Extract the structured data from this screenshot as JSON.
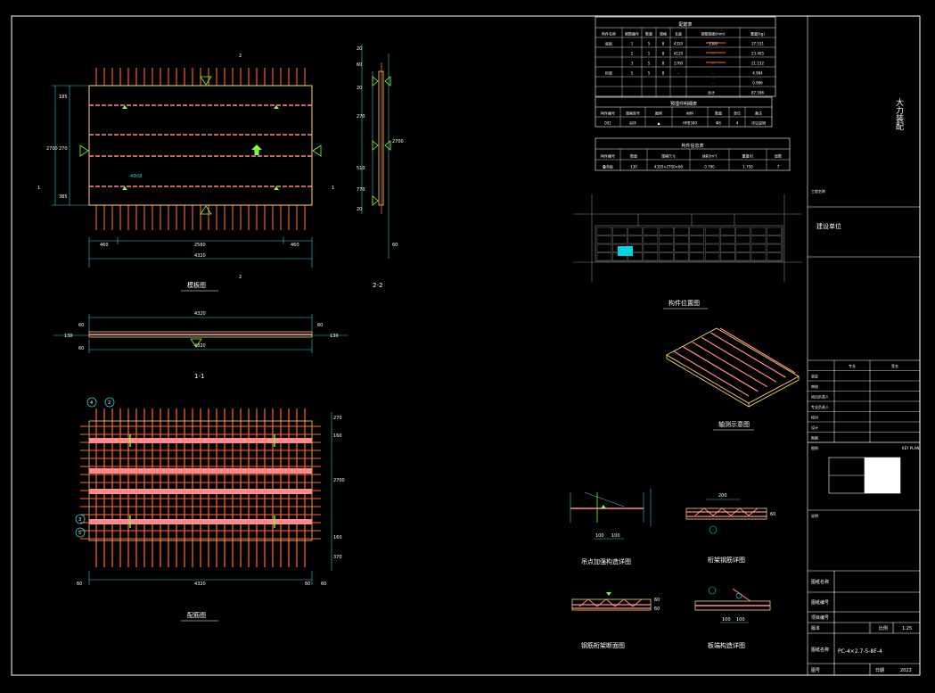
{
  "colors": {
    "background": "#000000",
    "frame": "#ffffff",
    "slab_outline": "#ffd36a",
    "rebar_orange": "#ff6a2a",
    "truss_pink": "#ff8a8a",
    "dimension_cyan": "#3fc9d8",
    "marker_green": "#7cff3a",
    "highlight_cyan": "#00d4e0",
    "truss_green": "#46ff5a"
  },
  "top_view": {
    "label": "模板图",
    "dims_top": [
      "460",
      "2560",
      "460"
    ],
    "dim_total": "4320",
    "dims_left_inner": [
      "185",
      "270",
      "385"
    ],
    "dims_left_outer": "2700",
    "cut_marker": "2",
    "cut_marker_side": "1",
    "note": "4Φ08"
  },
  "section_22": {
    "label": "2-2",
    "dims": [
      "20",
      "60",
      "20",
      "270",
      "510",
      "2700",
      "770",
      "20",
      "60"
    ]
  },
  "section_11": {
    "label": "1-1",
    "dim_top": "4320",
    "dim_bottom": "4320",
    "dims_side": [
      "60",
      "130",
      "60",
      "60",
      "130"
    ]
  },
  "rebar_view": {
    "label": "配筋图",
    "bubbles_top": [
      "4",
      "2"
    ],
    "bubbles_left": [
      "3",
      "5"
    ],
    "dim_bottom": "4320",
    "dims_bottom_small": [
      "60",
      "60",
      "60"
    ],
    "dims_right": [
      "270",
      "160",
      "2700",
      "160",
      "370"
    ]
  },
  "rebar_table": {
    "title": "配筋表",
    "headers": [
      "构件名称",
      "钢筋编号",
      "数量",
      "规格",
      "长度",
      "钢筋简图(mm)",
      "重量(kg)"
    ],
    "rows": [
      [
        "底板",
        "1",
        "5",
        "8",
        "4320",
        "1500",
        "37.531"
      ],
      [
        "",
        "2",
        "1",
        "8",
        "4120",
        "-",
        "23.405"
      ],
      [
        "",
        "3",
        "5",
        "8",
        "2700",
        "-",
        "21.132"
      ],
      [
        "桁架",
        "5",
        "5",
        "8",
        "-",
        "-",
        "4.984"
      ],
      [
        "",
        "",
        "",
        "",
        "",
        "-",
        "0.996"
      ]
    ],
    "total_label": "合计",
    "total_value": "87.596"
  },
  "embed_table": {
    "title": "预埋件明细表",
    "headers": [
      "构件编号",
      "规格型号",
      "图例",
      "材料",
      "数量",
      "单位",
      "备注"
    ],
    "row": [
      "001",
      "吊环",
      "▲",
      "HPB300",
      "Φ8",
      "4",
      "详见说明"
    ]
  },
  "component_table": {
    "title": "构件信息表",
    "headers": [
      "构件编号",
      "数量",
      "规格尺寸",
      "体积(m³)",
      "重量(t)",
      "层数"
    ],
    "row": [
      "叠合板",
      "130",
      "4320×2700×60",
      "0.700",
      "1.750",
      "7"
    ]
  },
  "plan_view": {
    "label": "构件位置图"
  },
  "iso_view": {
    "label": "轴测示意图"
  },
  "details": [
    {
      "label": "吊点加强构造详图",
      "dims": [
        "100",
        "100"
      ]
    },
    {
      "label": "桁架钢筋详图",
      "dims": [
        "200",
        "60"
      ]
    },
    {
      "label": "钢筋桁架断面图",
      "dims": [
        "60",
        "60"
      ]
    },
    {
      "label": "板端构造详图",
      "dims": [
        "100",
        "100"
      ]
    }
  ],
  "title_block": {
    "design_company": "大力装配",
    "project_name_label": "工程名称",
    "client_label": "建设单位",
    "approval_header": [
      "专业",
      "签名"
    ],
    "approval_roles": [
      "审定",
      "审核",
      "项目负责人",
      "专业负责人",
      "校对",
      "设计",
      "制图"
    ],
    "key_plan_label": "KEY PLAN",
    "key_plan_small": "图例",
    "remark_label": "说明",
    "sheet_rows": [
      "图纸名称",
      "图纸编号",
      "项目编号"
    ],
    "scale_label": "比例",
    "scale_value": "1:25",
    "drawing_no": "PC-4×2.7-5-8F-4",
    "date_label": "日期",
    "date_value": "2023",
    "sheet_label": "图号",
    "version_label": "版本"
  }
}
